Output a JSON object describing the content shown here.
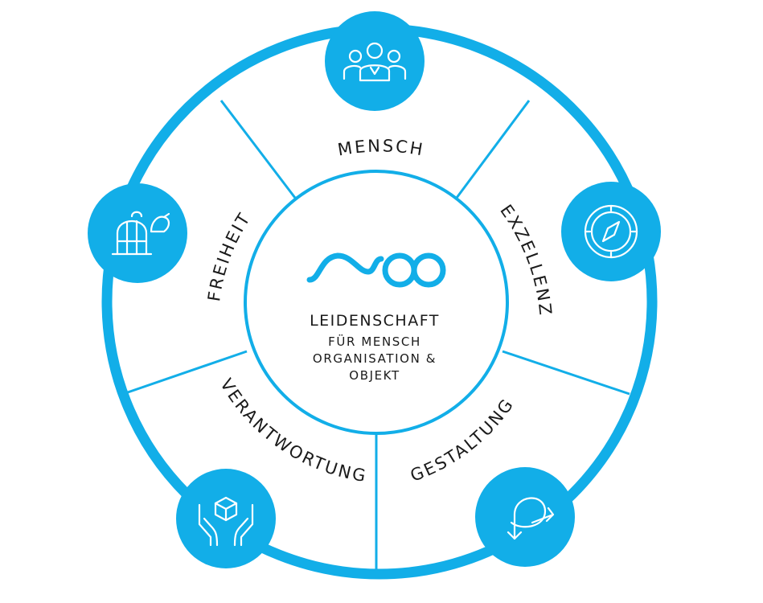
{
  "colors": {
    "accent": "#12aee8",
    "text": "#1a1a1a",
    "background": "#ffffff"
  },
  "segments": [
    {
      "label": "MENSCH",
      "icon": "people-group-icon"
    },
    {
      "label": "EXZELLENZ",
      "icon": "compass-icon"
    },
    {
      "label": "GESTALTUNG",
      "icon": "loop-arrow-icon"
    },
    {
      "label": "VERANTWORTUNG",
      "icon": "hands-box-icon"
    },
    {
      "label": "FREIHEIT",
      "icon": "birdcage-icon"
    }
  ],
  "center": {
    "logo": "wave-logo",
    "title": "LEIDENSCHAFT",
    "lines": [
      "FÜR MENSCH",
      "ORGANISATION &",
      "OBJEKT"
    ]
  }
}
